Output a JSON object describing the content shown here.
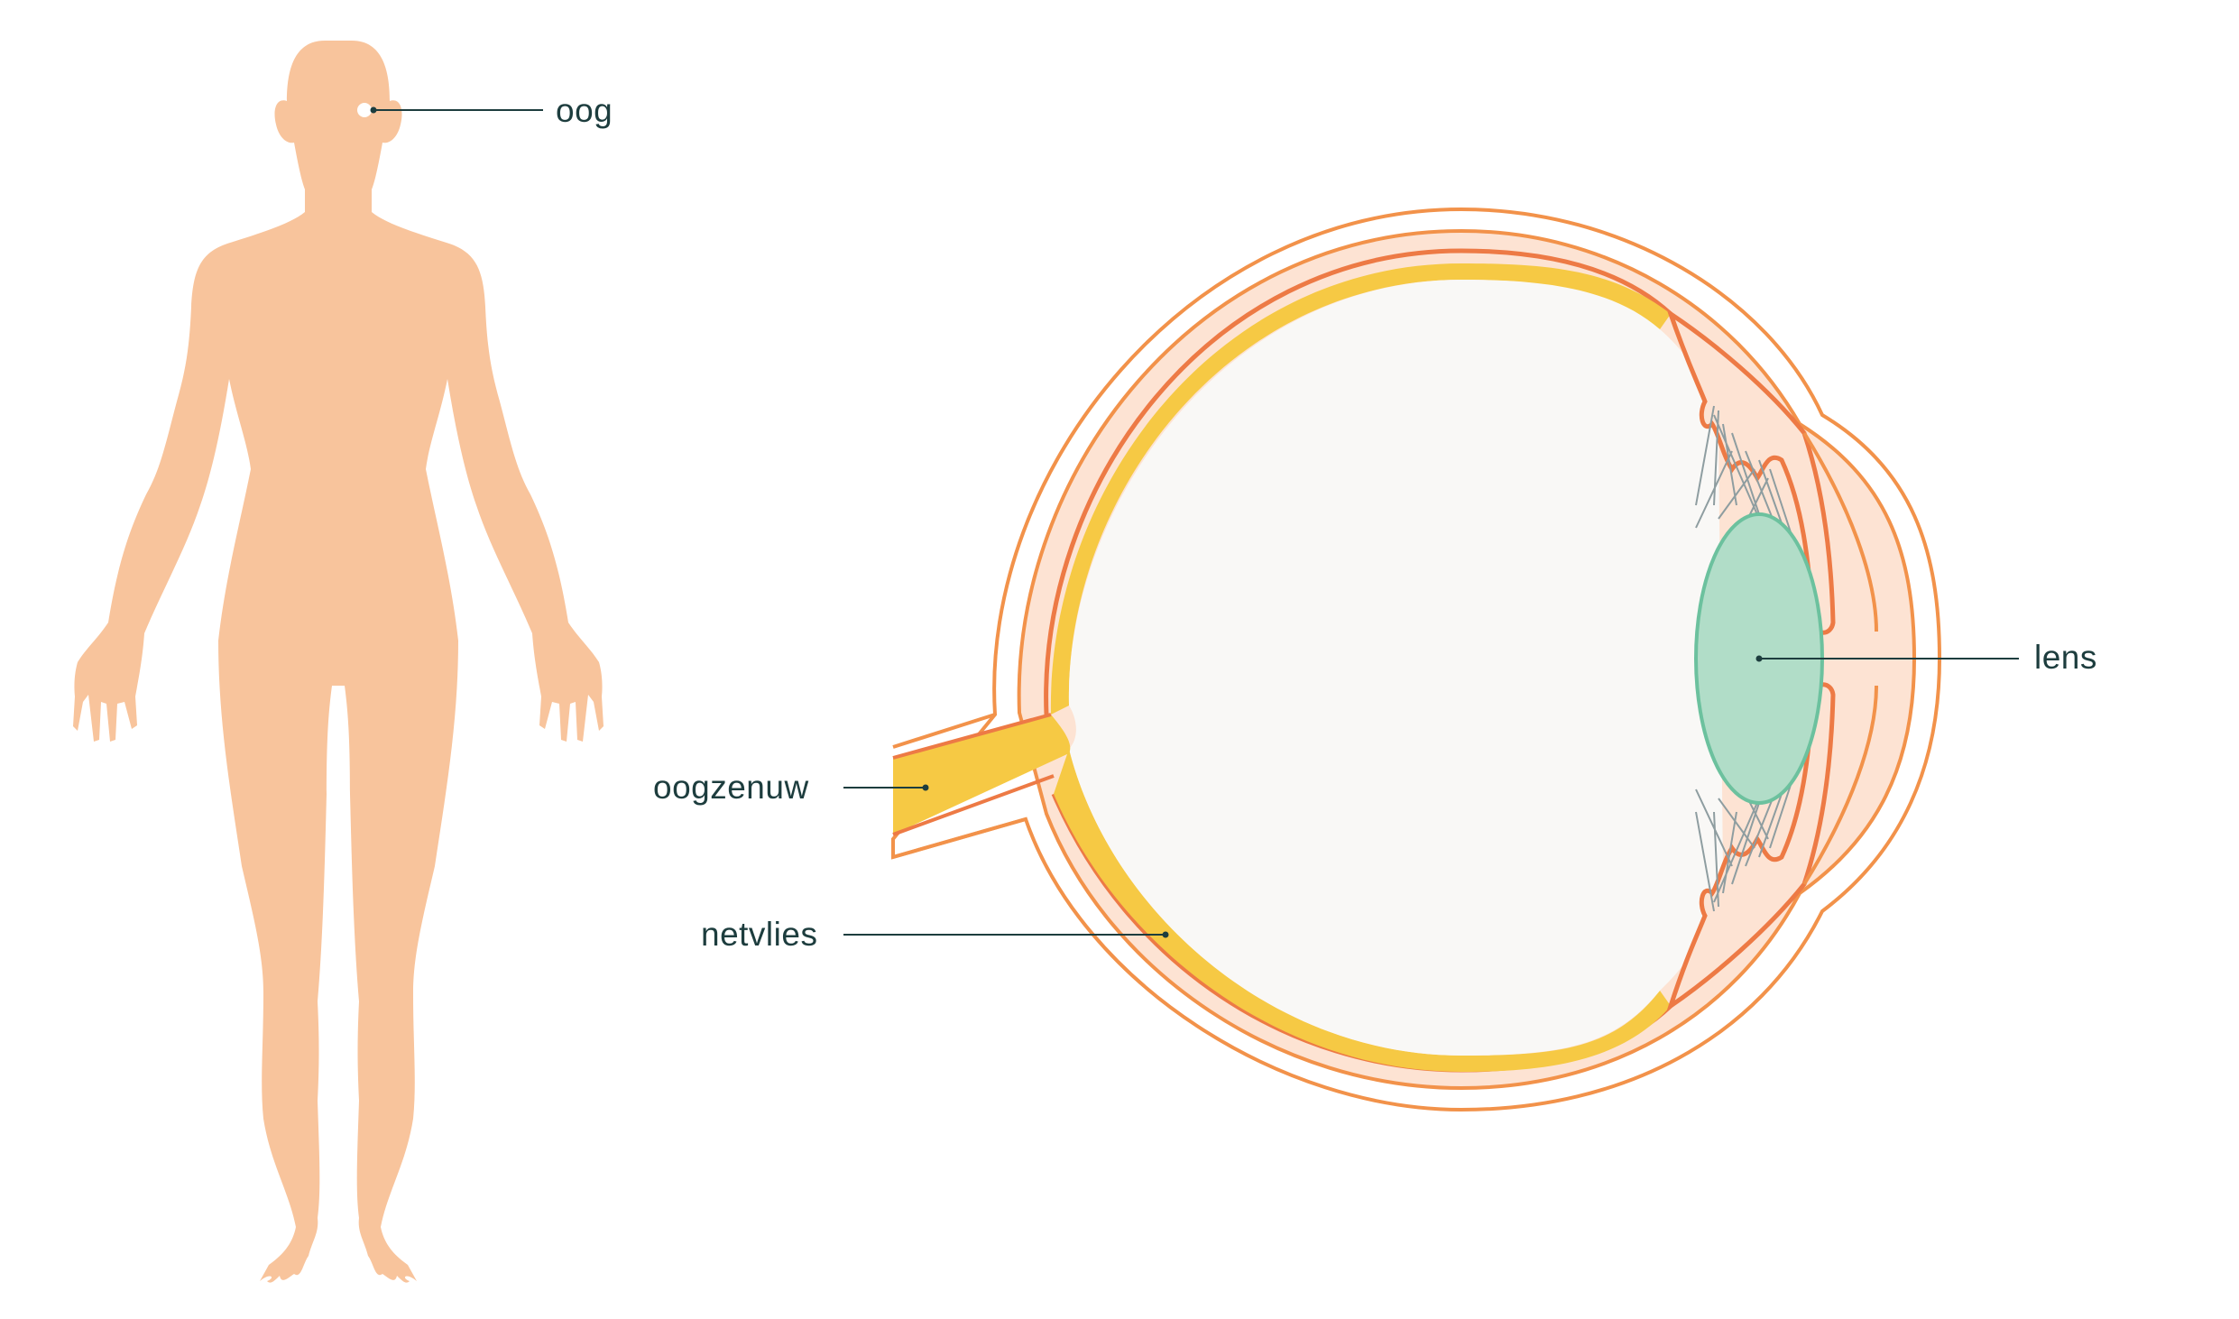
{
  "colors": {
    "skin": "#f8c49c",
    "outer_outline": "#f2924a",
    "sclera_fill": "#fde3d3",
    "choroid_line": "#ed7a45",
    "retina": "#f6c944",
    "vitreous": "#f9f8f6",
    "lens_fill": "#b1ddc8",
    "lens_outline": "#6cc19e",
    "zonule_fibers": "#8e9da0",
    "label_text": "#1d3d3e",
    "leader_line": "#1d3d3e"
  },
  "labels": {
    "eye": "oog",
    "lens": "lens",
    "optic_nerve": "oogzenuw",
    "retina": "netvlies"
  }
}
